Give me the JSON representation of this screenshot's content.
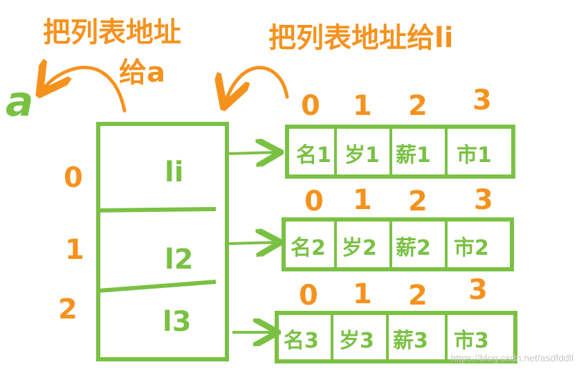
{
  "left_note": {
    "line1": "把列表地址",
    "line2": "给a"
  },
  "right_note": "把列表地址给li",
  "var_a": "a",
  "outer_list": {
    "indices": [
      "0",
      "1",
      "2"
    ],
    "cells": [
      "li",
      "l2",
      "l3"
    ]
  },
  "inner_lists": [
    {
      "indices": [
        "0",
        "1",
        "2",
        "3"
      ],
      "cells": [
        "名1",
        "岁1",
        "薪1",
        "市1"
      ]
    },
    {
      "indices": [
        "0",
        "1",
        "2",
        "3"
      ],
      "cells": [
        "名2",
        "岁2",
        "薪2",
        "市2"
      ]
    },
    {
      "indices": [
        "0",
        "1",
        "2",
        "3"
      ],
      "cells": [
        "名3",
        "岁3",
        "薪3",
        "市3"
      ]
    }
  ],
  "watermark": "https://blog.csdn.net/asdfddll",
  "colors": {
    "orange": "#f5921e",
    "green": "#7ac143"
  }
}
